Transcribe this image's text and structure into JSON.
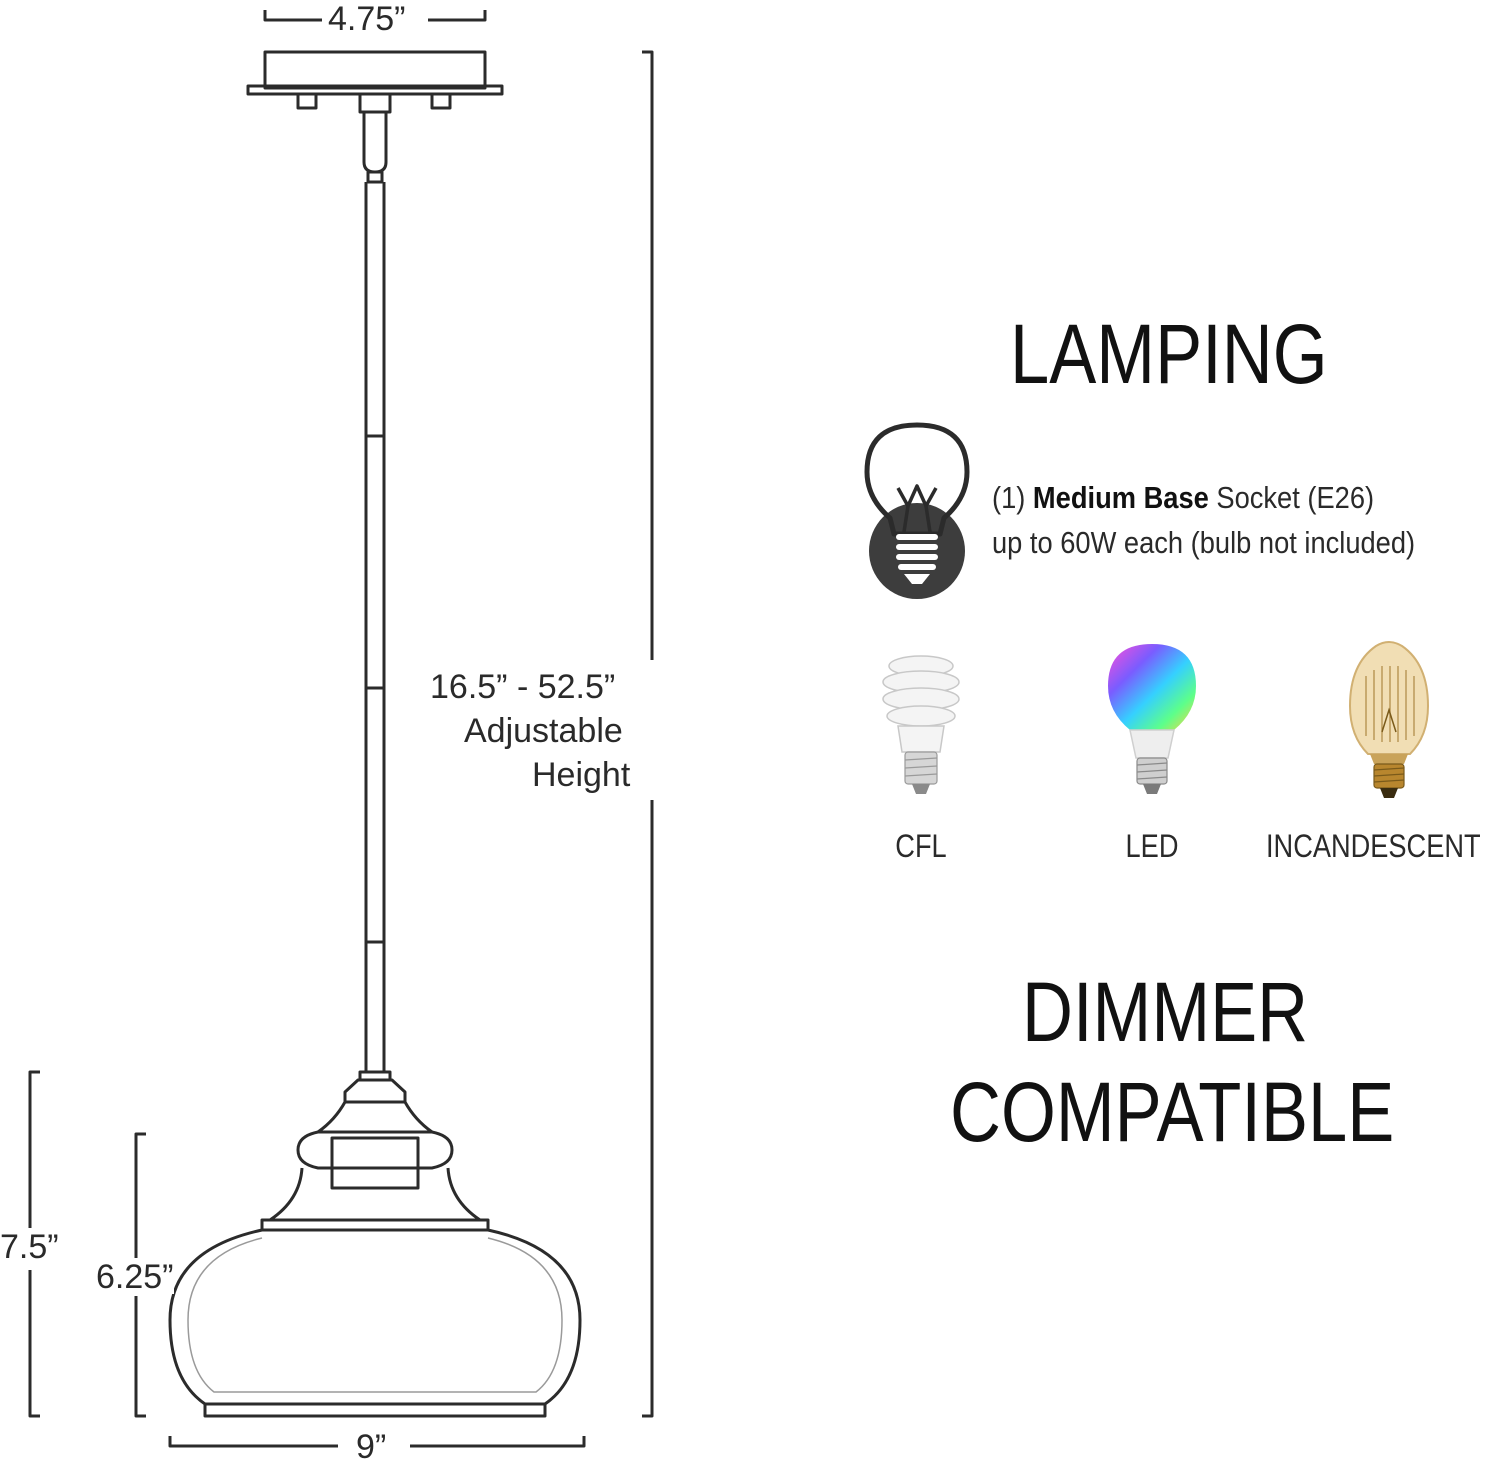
{
  "dimensions": {
    "canopy_width": "4.75”",
    "height_range": "16.5” - 52.5”",
    "height_caption_1": "Adjustable",
    "height_caption_2": "Height",
    "overall_shade_height": "7.5”",
    "glass_height": "6.25”",
    "shade_width": "9”"
  },
  "lamping": {
    "heading": "LAMPING",
    "socket_count": "(1)",
    "socket_type_bold": "Medium Base",
    "socket_rest": "Socket (E26)",
    "wattage_line": "up to 60W each (bulb not included)"
  },
  "bulb_types": [
    {
      "label": "CFL",
      "icon": "cfl-bulb-icon"
    },
    {
      "label": "LED",
      "icon": "led-bulb-icon"
    },
    {
      "label": "INCANDESCENT",
      "icon": "incandescent-bulb-icon"
    }
  ],
  "dimmer": {
    "line1": "DIMMER",
    "line2": "COMPATIBLE"
  },
  "colors": {
    "line": "#2b2b2b",
    "icon_fill": "#3d3d3d",
    "led_gradient": [
      "#ff4fd8",
      "#7a5cff",
      "#35d0ff",
      "#5dff8a",
      "#ffd23f"
    ],
    "incandescent_glass": "#e9c98a",
    "incandescent_base": "#b8862e"
  }
}
